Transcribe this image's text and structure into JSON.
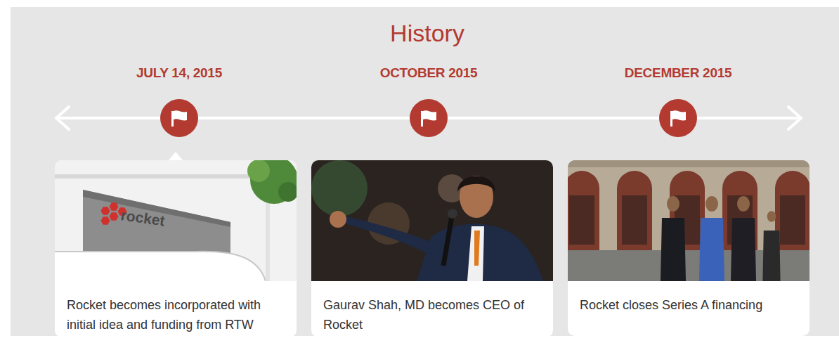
{
  "diagram": {
    "title": "History",
    "nodes": [
      {
        "text": [
          "Rocket becomes incorporated with initial idea and funding from RTW"
        ]
      },
      {
        "text": [
          "Gaurav Shah, MD becomes CEO of Rocket"
        ]
      },
      {
        "text": [
          "Rocket closes Series A financing"
        ]
      }
    ],
    "labels": [
      "JULY 14, 2015",
      "OCTOBER 2015",
      "DECEMBER 2015",
      "rocket"
    ]
  }
}
